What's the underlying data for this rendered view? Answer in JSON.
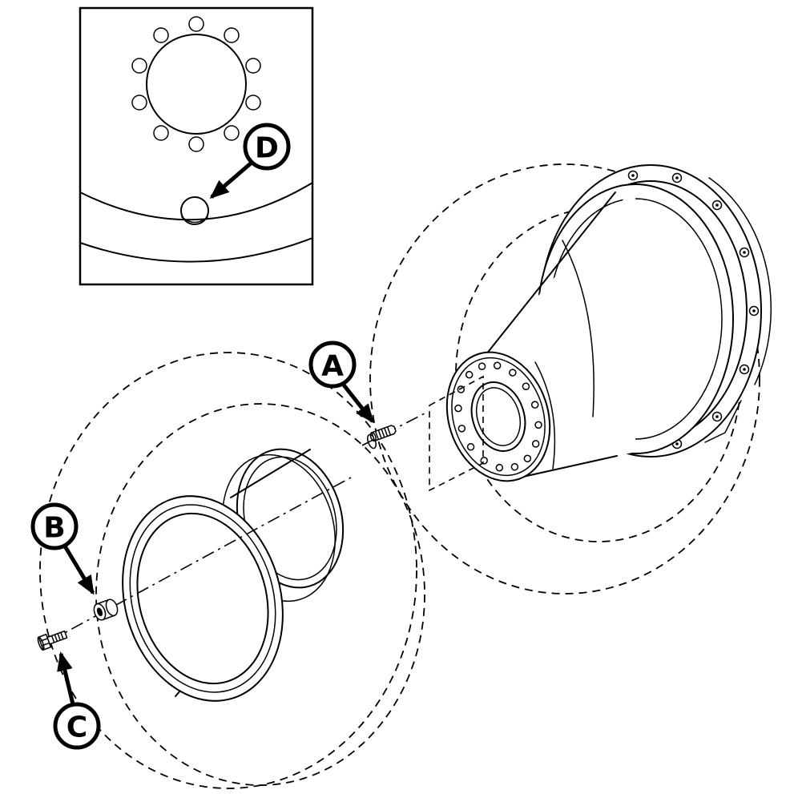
{
  "figure": {
    "type": "exploded-parts-diagram",
    "background_color": "#ffffff",
    "line_color": "#000000",
    "callouts": {
      "a": {
        "label": "A"
      },
      "b": {
        "label": "B"
      },
      "c": {
        "label": "C"
      },
      "d": {
        "label": "D"
      }
    }
  }
}
